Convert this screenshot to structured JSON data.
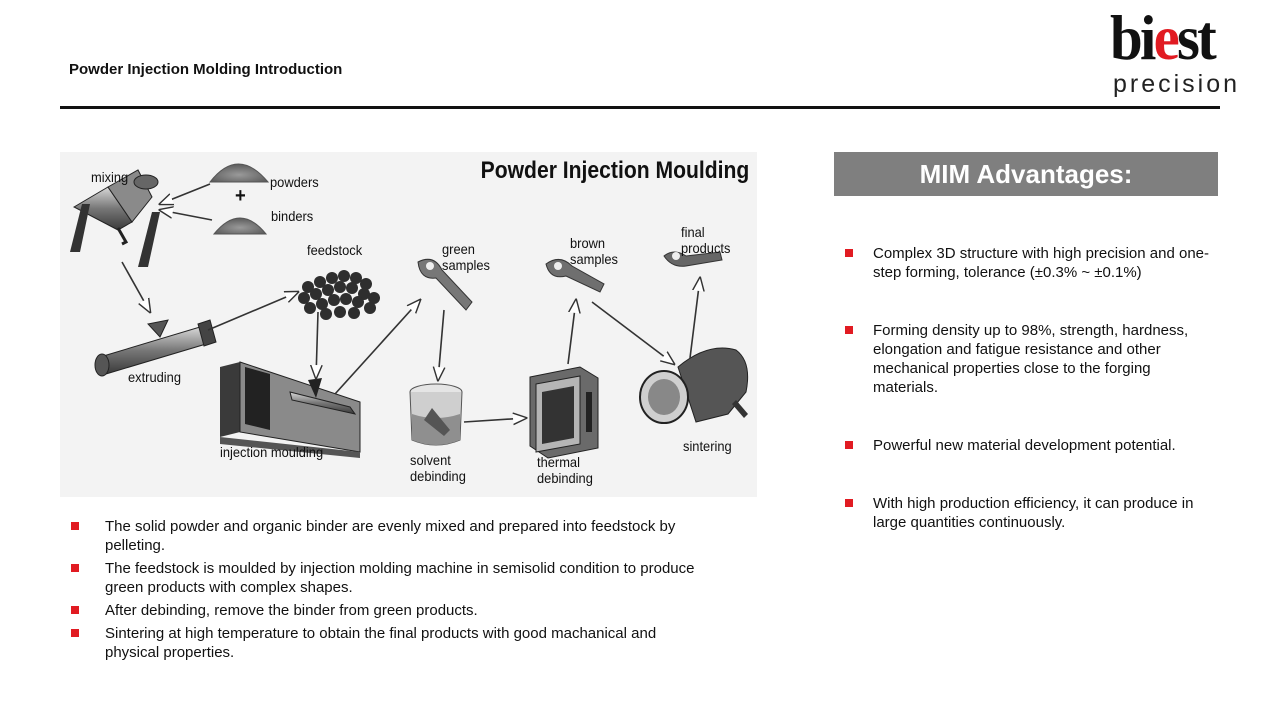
{
  "header": {
    "title": "Powder Injection Molding Introduction",
    "logo": {
      "text_pre": "bi",
      "text_red": "e",
      "text_post": "st",
      "subtitle": "precision",
      "accent": "#e11b22"
    }
  },
  "diagram": {
    "title": "Powder Injection Moulding",
    "labels": {
      "mixing": "mixing",
      "powders": "powders",
      "plus": "+",
      "binders": "binders",
      "feedstock": "feedstock",
      "green_samples": "green\nsamples",
      "brown_samples": "brown\nsamples",
      "final_products": "final\nproducts",
      "extruding": "extruding",
      "injection_moulding": "injection moulding",
      "solvent_debinding": "solvent\ndebinding",
      "thermal_debinding": "thermal\ndebinding",
      "sintering": "sintering"
    }
  },
  "process_notes": [
    "The solid powder and organic binder are evenly mixed and prepared into feedstock by pelleting.",
    "The feedstock is moulded by injection molding machine in semisolid condition to produce green products with complex shapes.",
    "After debinding, remove the binder from green products.",
    "Sintering at high temperature to obtain the final products with good machanical and physical properties."
  ],
  "advantages": {
    "title": "MIM Advantages:",
    "items": [
      "Complex 3D structure with high precision and one-step forming, tolerance (±0.3% ~ ±0.1%)",
      "Forming density up to 98%, strength, hardness, elongation and fatigue resistance and other mechanical properties close to the forging materials.",
      "Powerful new material development potential.",
      "With high production efficiency, it can produce in large quantities continuously."
    ]
  },
  "colors": {
    "bullet": "#e11b22",
    "header_bar": "#7f7f7f"
  }
}
